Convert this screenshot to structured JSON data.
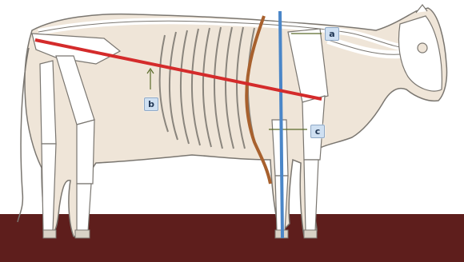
{
  "labels": {
    "a": "a",
    "b": "b",
    "c": "c"
  },
  "colors": {
    "body_line": "#d42b2b",
    "vertical_line": "#4a86c8",
    "curve_line": "#a8612e",
    "ground": "#5e1e1c",
    "bone": "#ffffff",
    "outline": "#7a7670",
    "hide": "#efe5d8"
  }
}
